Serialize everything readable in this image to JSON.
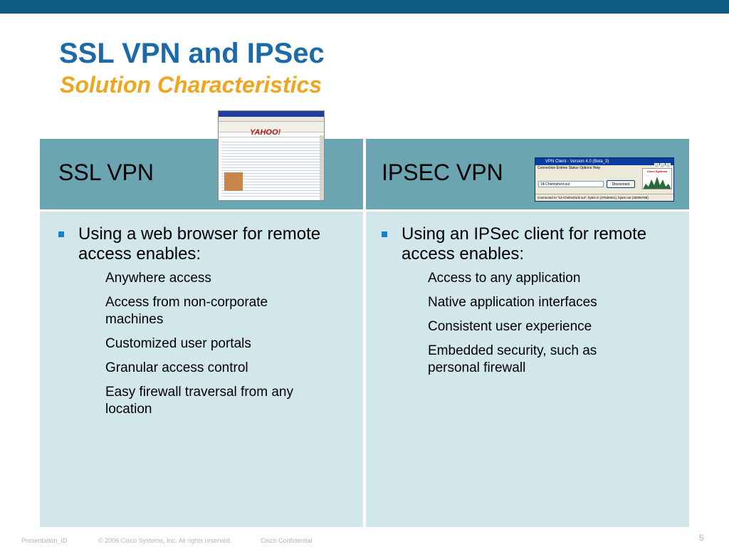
{
  "slide": {
    "title": "SSL VPN and IPSec",
    "subtitle": "Solution Characteristics",
    "page_number": "5"
  },
  "colors": {
    "top_bar": "#0e5b84",
    "title": "#1c6aa8",
    "subtitle": "#efa51e",
    "header_bg": "#6ba5b2",
    "body_bg": "#d1e7ec",
    "bullet": "#1c7fc6",
    "footer": "#b5b5b5"
  },
  "left_column": {
    "heading": "SSL VPN",
    "bullet": "Using a web browser for remote access enables:",
    "items": [
      "Anywhere access",
      "Access from non-corporate machines",
      "Customized user portals",
      "Granular access control",
      "Easy firewall traversal from any location"
    ]
  },
  "right_column": {
    "heading": "IPSEC VPN",
    "bullet": "Using an IPSec client for remote access enables:",
    "items": [
      "Access to any application",
      "Native application interfaces",
      "Consistent user experience",
      "Embedded security, such as personal firewall"
    ]
  },
  "browser_thumbnail": {
    "logo": "YAHOO!"
  },
  "vpn_client_thumbnail": {
    "window_title": "VPN Client - Version 4.0 (Beta_3)",
    "menu": "Connection Entries   Status   Options   Help",
    "entry": "14-Chelmsford-out",
    "button": "Disconnect",
    "logo": "Cisco Systems",
    "status": "Connected to \"14-Chelmsford-out\".     bytes in (37538451), bytes out (28306788)"
  },
  "footer": {
    "presentation_id": "Presentation_ID",
    "copyright": "© 2006 Cisco Systems, Inc. All rights reserved.",
    "confidential": "Cisco Confidential"
  }
}
